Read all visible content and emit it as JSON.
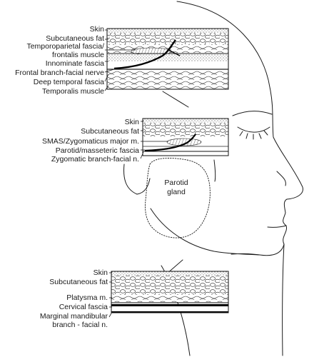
{
  "colors": {
    "ink": "#1a1a1a",
    "paper": "#ffffff"
  },
  "parotid": {
    "line1": "Parotid",
    "line2": "gland"
  },
  "top_panel": {
    "skin": "Skin",
    "subcutaneous_fat": "Subcutaneous fat",
    "temporoparietal_1": "Temporoparietal fascia/",
    "temporoparietal_2": "frontalis muscle",
    "innominate": "Innominate fascia",
    "frontal_nerve": "Frontal branch-facial nerve",
    "deep_temporal": "Deep temporal fascia",
    "temporalis": "Temporalis muscle"
  },
  "mid_panel": {
    "skin": "Skin",
    "subcutaneous_fat": "Subcutaneous fat",
    "smas": "SMAS/Zygomaticus major m.",
    "parotid_fascia": "Parotid/masseteric fascia",
    "zygomatic_nerve": "Zygomatic branch-facial n."
  },
  "bot_panel": {
    "skin": "Skin",
    "subcutaneous_fat": "Subcutaneous fat",
    "platysma": "Platysma m.",
    "cervical": "Cervical fascia",
    "marginal_1": "Marginal mandibular",
    "marginal_2": "branch - facial n."
  }
}
